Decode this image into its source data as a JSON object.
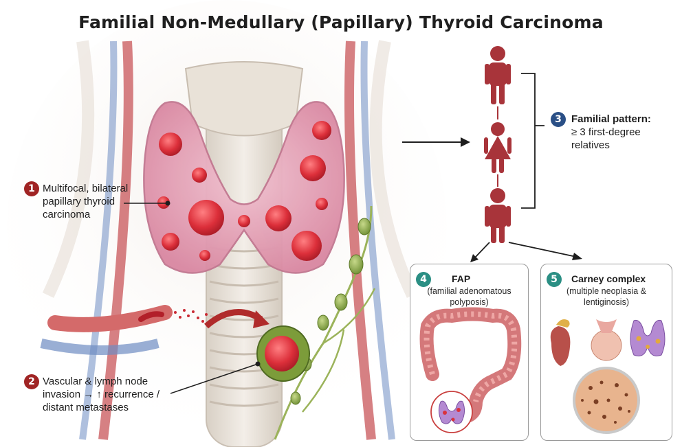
{
  "title": "Familial Non-Medullary (Papillary) Thyroid Carcinoma",
  "callouts": [
    {
      "number": "1",
      "lines": [
        "Multifocal, bilateral",
        "papillary thyroid",
        "carcinoma"
      ]
    },
    {
      "number": "2",
      "lines": [
        "Vascular & lymph node",
        "invasion → ↑ recurrence /",
        "distant metastases"
      ]
    },
    {
      "number": "3",
      "lines": [
        "Familial pattern:",
        "≥ 3 first-degree",
        "relatives"
      ]
    }
  ],
  "boxes": [
    {
      "number": "4",
      "title": "FAP",
      "subtitle": [
        "(familial adenomatous",
        "polyposis)"
      ]
    },
    {
      "number": "5",
      "title": "Carney complex",
      "subtitle": [
        "(multiple neoplasia &",
        "lentiginosis)"
      ]
    }
  ],
  "colors": {
    "thyroid": "#e6a0b4",
    "nodule": "#d9323c",
    "figure": "#a8343a",
    "lymph": "#8aa84a",
    "callout_red": "#a02424",
    "callout_blue": "#2a4f86",
    "callout_teal": "#2b8f84"
  },
  "icons": [
    "person-icon",
    "colon-icon",
    "thyroid-icon",
    "adrenal-icon",
    "pituitary-icon",
    "skin-lentigines-icon"
  ]
}
